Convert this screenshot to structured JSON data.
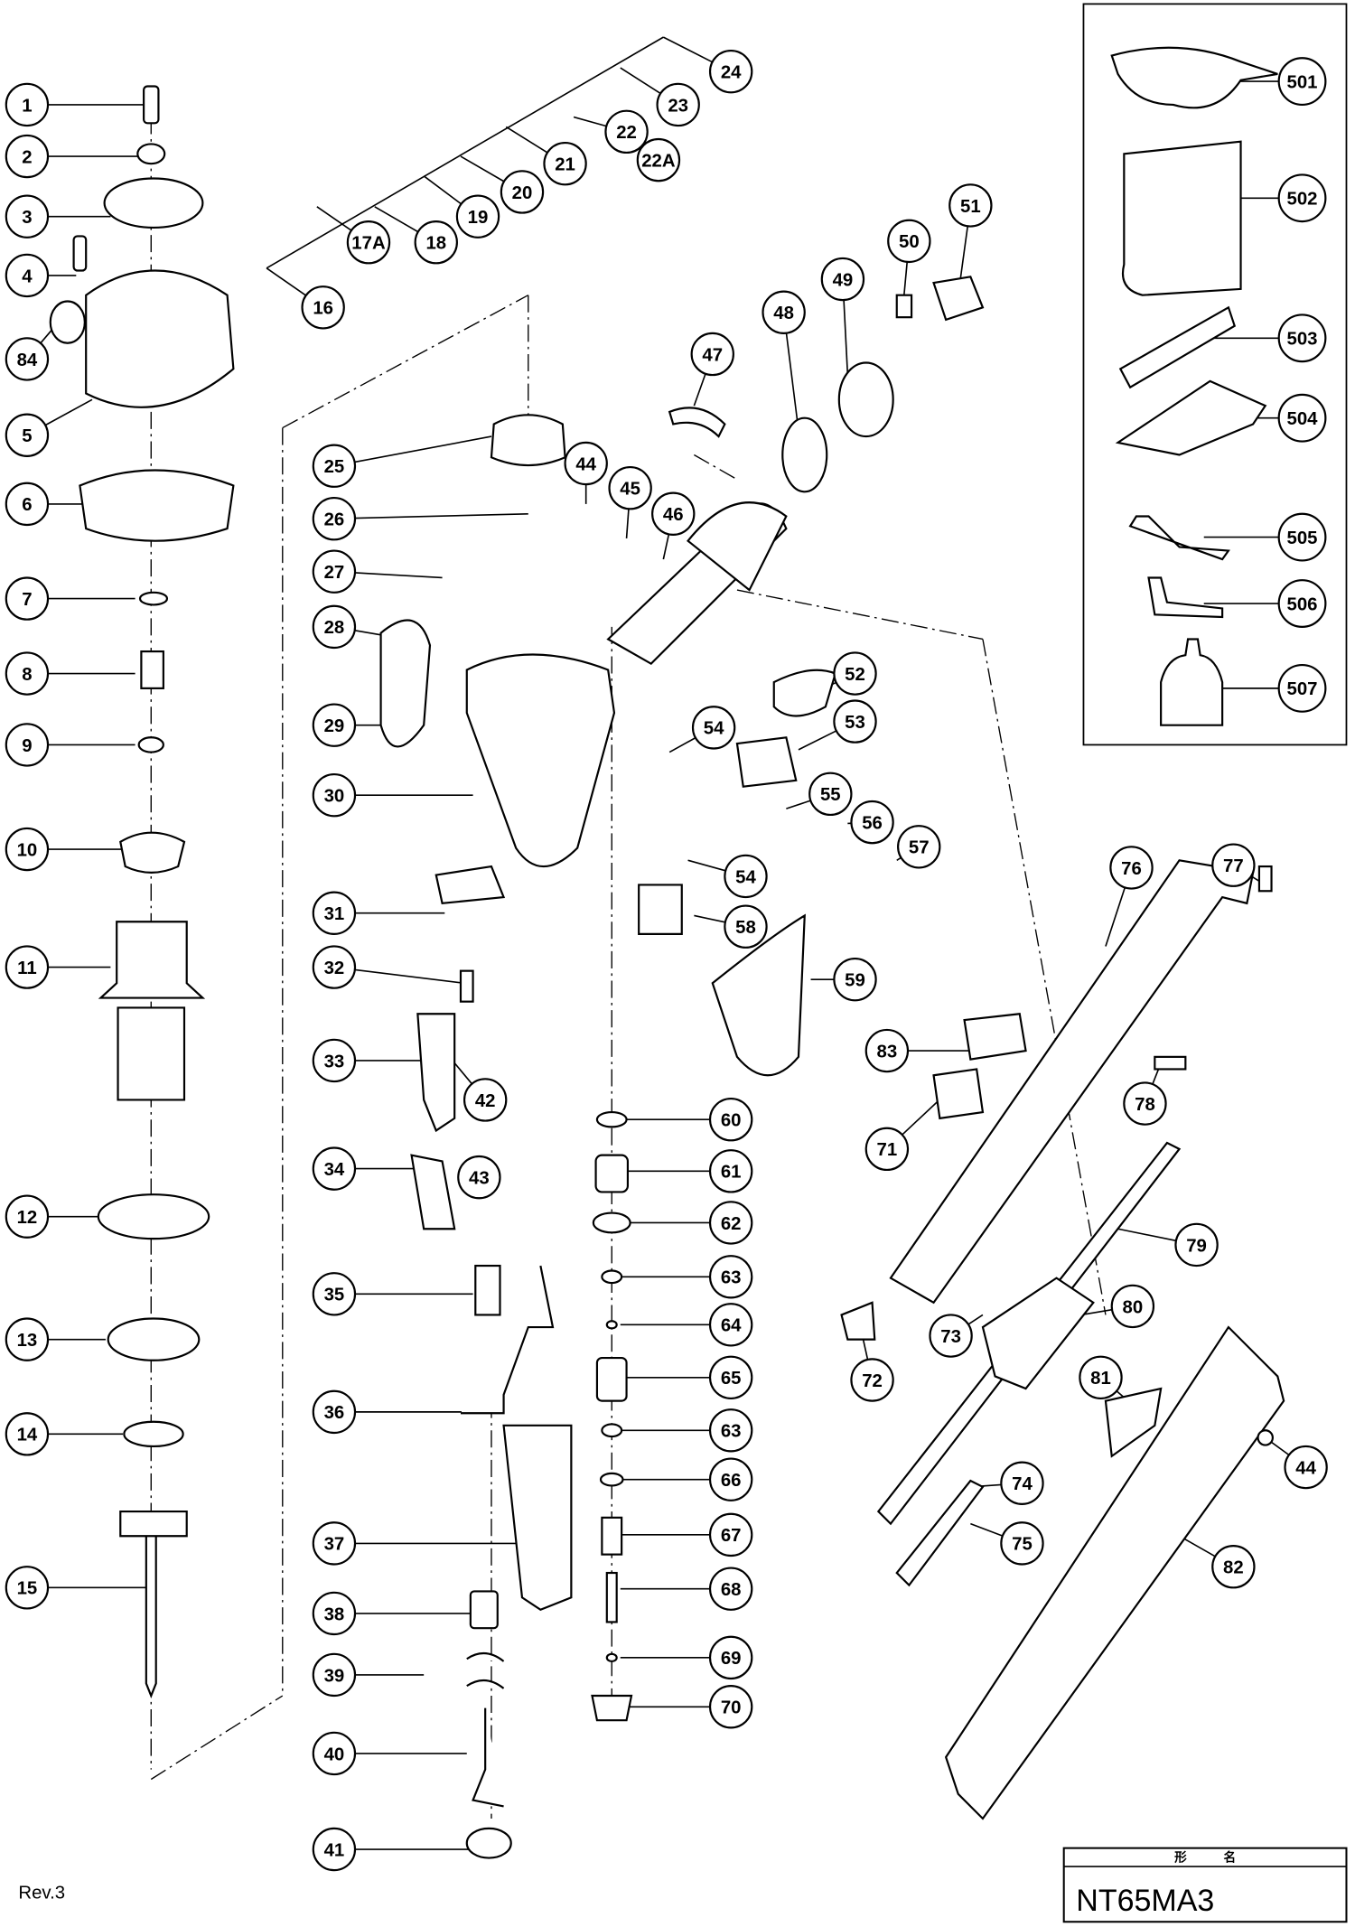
{
  "revision": "Rev.3",
  "title_box": {
    "header": "形　　　名",
    "model": "NT65MA3"
  },
  "callouts": [
    "1",
    "2",
    "3",
    "4",
    "84",
    "5",
    "6",
    "7",
    "8",
    "9",
    "10",
    "11",
    "12",
    "13",
    "14",
    "15",
    "24",
    "23",
    "22",
    "22A",
    "21",
    "20",
    "19",
    "18",
    "17A",
    "16",
    "25",
    "26",
    "27",
    "28",
    "29",
    "30",
    "31",
    "32",
    "33",
    "42",
    "34",
    "43",
    "35",
    "36",
    "37",
    "38",
    "39",
    "40",
    "41",
    "44",
    "45",
    "46",
    "47",
    "48",
    "49",
    "50",
    "51",
    "52",
    "53",
    "54",
    "55",
    "56",
    "57",
    "54",
    "58",
    "59",
    "60",
    "61",
    "62",
    "63",
    "64",
    "65",
    "63",
    "66",
    "67",
    "68",
    "69",
    "70",
    "76",
    "77",
    "83",
    "78",
    "71",
    "79",
    "80",
    "73",
    "72",
    "81",
    "44",
    "74",
    "75",
    "82"
  ],
  "accessories": [
    "501",
    "502",
    "503",
    "504",
    "505",
    "506",
    "507"
  ]
}
